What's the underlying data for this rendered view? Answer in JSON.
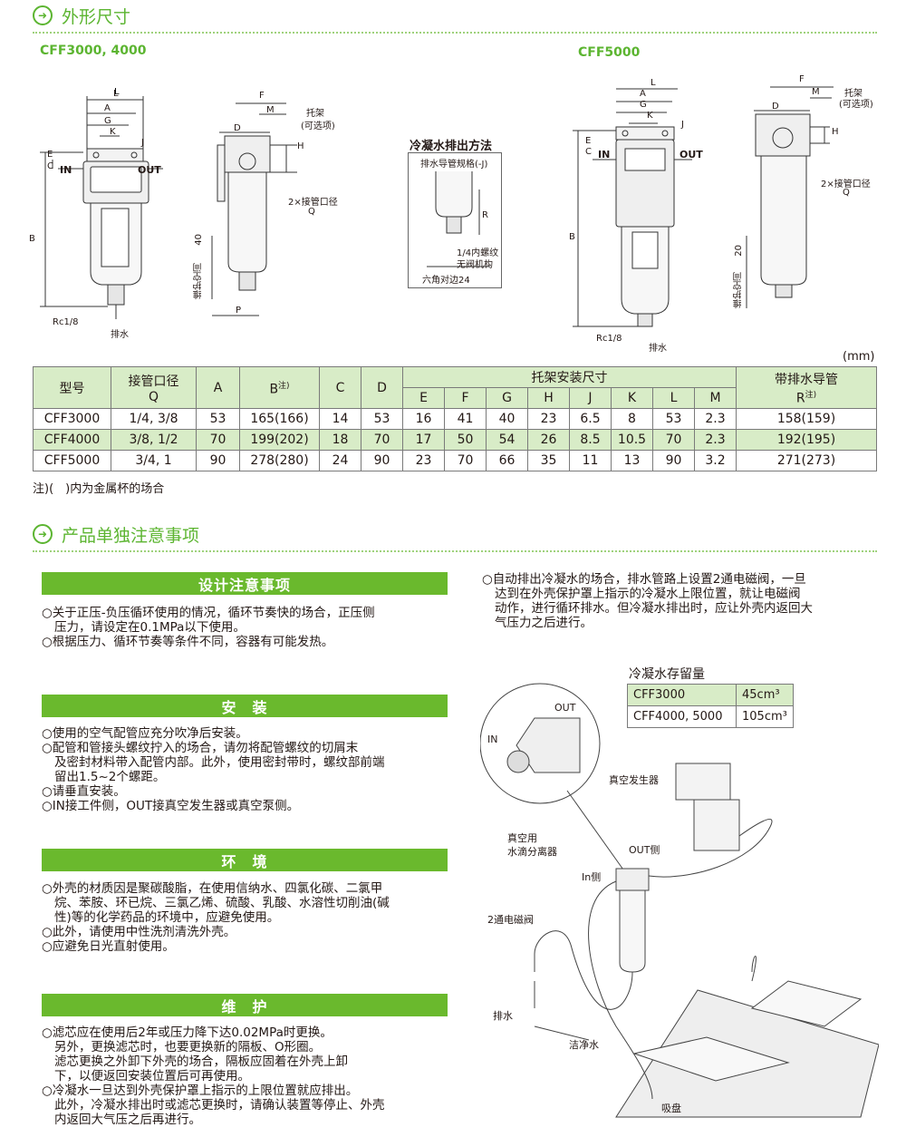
{
  "section1": {
    "title": "外形尺寸"
  },
  "models": {
    "left": "CFF3000, 4000",
    "right": "CFF5000"
  },
  "drawing_left": {
    "L": "L",
    "A": "A",
    "G": "G",
    "K": "K",
    "J": "J",
    "E": "E",
    "C": "C",
    "IN": "IN",
    "OUT": "OUT",
    "B": "B",
    "Rc": "Rc1/8",
    "drain": "排水",
    "F": "F",
    "M": "M",
    "D": "D",
    "H": "H",
    "P": "P",
    "bracket": "托架",
    "bracket_opt": "(可选项)",
    "port": "2×接管口径",
    "Q": "Q",
    "space": "维护空间",
    "space_val": "40"
  },
  "drain_method": {
    "title": "冷凝水排出方法",
    "spec": "排水导管规格(-J)",
    "R": "R",
    "thread": "1/4内螺纹",
    "no_valve": "无阀机构",
    "hex": "六角对边24"
  },
  "drawing_right": {
    "L": "L",
    "A": "A",
    "G": "G",
    "K": "K",
    "J": "J",
    "E": "E",
    "C": "C",
    "IN": "IN",
    "OUT": "OUT",
    "B": "B",
    "Rc": "Rc1/8",
    "drain": "排水",
    "F": "F",
    "M": "M",
    "D": "D",
    "H": "H",
    "bracket": "托架",
    "bracket_opt": "(可选项)",
    "port": "2×接管口径",
    "Q": "Q",
    "space": "维护空间",
    "space_val": "20"
  },
  "unit": "(mm)",
  "spec_table": {
    "h_model": "型号",
    "h_port": "接管口径",
    "h_port_q": "Q",
    "h_A": "A",
    "h_B": "B",
    "h_B_note": "注)",
    "h_C": "C",
    "h_D": "D",
    "h_bracket": "托架安装尺寸",
    "h_drain": "带排水导管",
    "h_R": "R",
    "h_R_note": "注)",
    "sub": [
      "E",
      "F",
      "G",
      "H",
      "J",
      "K",
      "L",
      "M"
    ],
    "rows": [
      [
        "CFF3000",
        "1/4, 3/8",
        "53",
        "165(166)",
        "14",
        "53",
        "16",
        "41",
        "40",
        "23",
        "6.5",
        "8",
        "53",
        "2.3",
        "158(159)"
      ],
      [
        "CFF4000",
        "3/8, 1/2",
        "70",
        "199(202)",
        "18",
        "70",
        "17",
        "50",
        "54",
        "26",
        "8.5",
        "10.5",
        "70",
        "2.3",
        "192(195)"
      ],
      [
        "CFF5000",
        "3/4, 1",
        "90",
        "278(280)",
        "24",
        "90",
        "23",
        "70",
        "66",
        "35",
        "11",
        "13",
        "90",
        "3.2",
        "271(273)"
      ]
    ]
  },
  "note": "注)(　)内为金属杯的场合",
  "section2": {
    "title": "产品单独注意事项"
  },
  "design": {
    "title": "设计注意事项",
    "l1a": "○关于正压-负压循环使用的情况，循环节奏快的场合，正压侧",
    "l1b": "压力，请设定在0.1MPa以下使用。",
    "l2": "○根据压力、循环节奏等条件不同，容器有可能发热。"
  },
  "install": {
    "title": "安　装",
    "l1": "○使用的空气配管应充分吹净后安装。",
    "l2a": "○配管和管接头螺纹拧入的场合，请勿将配管螺纹的切屑末",
    "l2b": "及密封材料带入配管内部。此外，使用密封带时，螺纹部前端",
    "l2c": "留出1.5~2个螺距。",
    "l3": "○请垂直安装。",
    "l4": "○IN接工件侧，OUT接真空发生器或真空泵侧。"
  },
  "env": {
    "title": "环　境",
    "l1a": "○外壳的材质因是聚碳酸脂，在使用信纳水、四氯化碳、二氯甲",
    "l1b": "烷、苯胺、环已烷、三氯乙烯、硫酸、乳酸、水溶性切削油(碱",
    "l1c": "性)等的化学药品的环境中，应避免使用。",
    "l2": "○此外，请使用中性洗剂清洗外壳。",
    "l3": "○应避免日光直射使用。"
  },
  "maint": {
    "title": "维　护",
    "l1a": "○滤芯应在使用后2年或压力降下达0.02MPa时更换。",
    "l1b": "另外，更换滤芯时，也要更换新的隔板、O形圈。",
    "l1c": "滤芯更换之外卸下外壳的场合，隔板应固着在外壳上卸",
    "l1d": "下，以便返回安装位置后可再使用。",
    "l2a": "○冷凝水一旦达到外壳保护罩上指示的上限位置就应排出。",
    "l2b": "此外，冷凝水排出时或滤芯更换时，请确认装置等停止、外壳",
    "l2c": "内返回大气压之后再进行。"
  },
  "auto_drain": {
    "l1": "○自动排出冷凝水的场合，排水管路上设置2通电磁阀，一旦",
    "l2": "达到在外壳保护罩上指示的冷凝水上限位置，就让电磁阀",
    "l3": "动作，进行循环排水。但冷凝水排出时，应让外壳内返回大",
    "l4": "气压力之后进行。"
  },
  "storage": {
    "title": "冷凝水存留量",
    "rows": [
      [
        "CFF3000",
        "45cm³"
      ],
      [
        "CFF4000, 5000",
        "105cm³"
      ]
    ]
  },
  "illust": {
    "OUT": "OUT",
    "IN": "IN",
    "gen": "真空发生器",
    "sep1": "真空用",
    "sep2": "水滴分离器",
    "outside": "OUT侧",
    "inside": "In侧",
    "valve": "2通电磁阀",
    "drain": "排水",
    "water": "洁净水",
    "cup": "吸盘"
  }
}
